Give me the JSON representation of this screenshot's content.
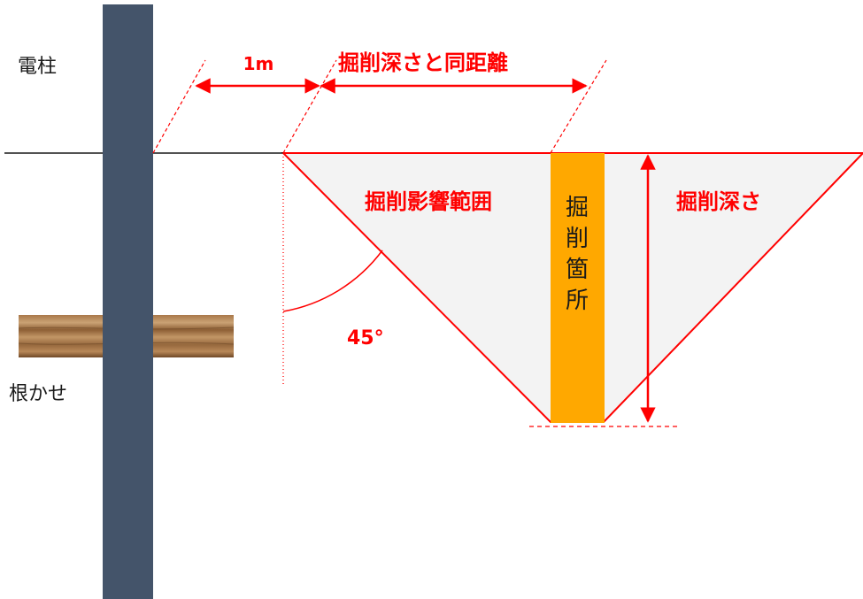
{
  "labels": {
    "pole": "電柱",
    "root_anchor": "根かせ",
    "one_meter": "1m",
    "same_distance": "掘削深さと同距離",
    "influence_range": "掘削影響範囲",
    "excavation_depth": "掘削深さ",
    "angle": "45°",
    "excavation_site_chars": [
      "掘",
      "削",
      "箇",
      "所"
    ]
  },
  "colors": {
    "pole": "#44546a",
    "accent": "#ff0000",
    "excavation": "#ffa800",
    "zone_fill": "#f3f3f3",
    "wood_light": "#b98a5a",
    "wood_dark": "#7a5430"
  }
}
